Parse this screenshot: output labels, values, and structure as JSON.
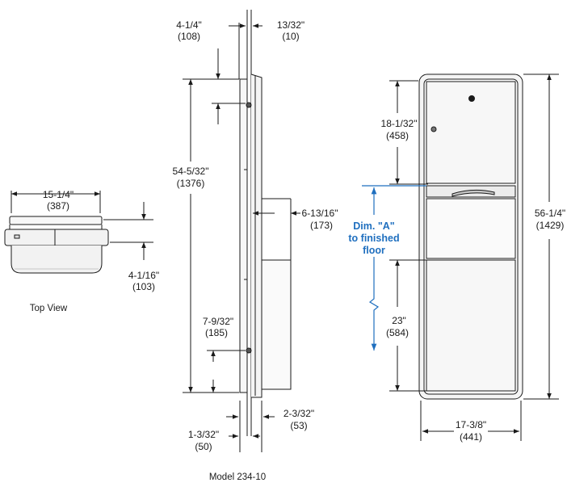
{
  "top_view": {
    "width_dim": {
      "imperial": "15-1/4\"",
      "metric": "(387)"
    },
    "depth_dim": {
      "imperial": "4-1/16\"",
      "metric": "(103)"
    },
    "caption": "Top View"
  },
  "side_view": {
    "top_offset_dim": {
      "imperial": "4-1/4\"",
      "metric": "(108)"
    },
    "wall_dim": {
      "imperial": "13/32\"",
      "metric": "(10)"
    },
    "height_dim": {
      "imperial": "54-5/32\"",
      "metric": "(1376)"
    },
    "projection_dim": {
      "imperial": "6-13/16\"",
      "metric": "(173)"
    },
    "bottom_offset_dim": {
      "imperial": "7-9/32\"",
      "metric": "(185)"
    },
    "flange_dim": {
      "imperial": "1-3/32\"",
      "metric": "(50)"
    },
    "recess_dim": {
      "imperial": "2-3/32\"",
      "metric": "(53)"
    },
    "caption": "Model 234-10"
  },
  "front_view": {
    "upper_height_dim": {
      "imperial": "18-1/32\"",
      "metric": "(458)"
    },
    "total_height_dim": {
      "imperial": "56-1/4\"",
      "metric": "(1429)"
    },
    "dim_a": {
      "line1": "Dim. \"A\"",
      "line2": "to finished",
      "line3": "floor"
    },
    "lower_height_dim": {
      "imperial": "23\"",
      "metric": "(584)"
    },
    "width_dim": {
      "imperial": "17-3/8\"",
      "metric": "(441)"
    }
  },
  "colors": {
    "line": "#1a1a1a",
    "accent": "#1f6fbf",
    "fill": "#f2f2f2"
  }
}
